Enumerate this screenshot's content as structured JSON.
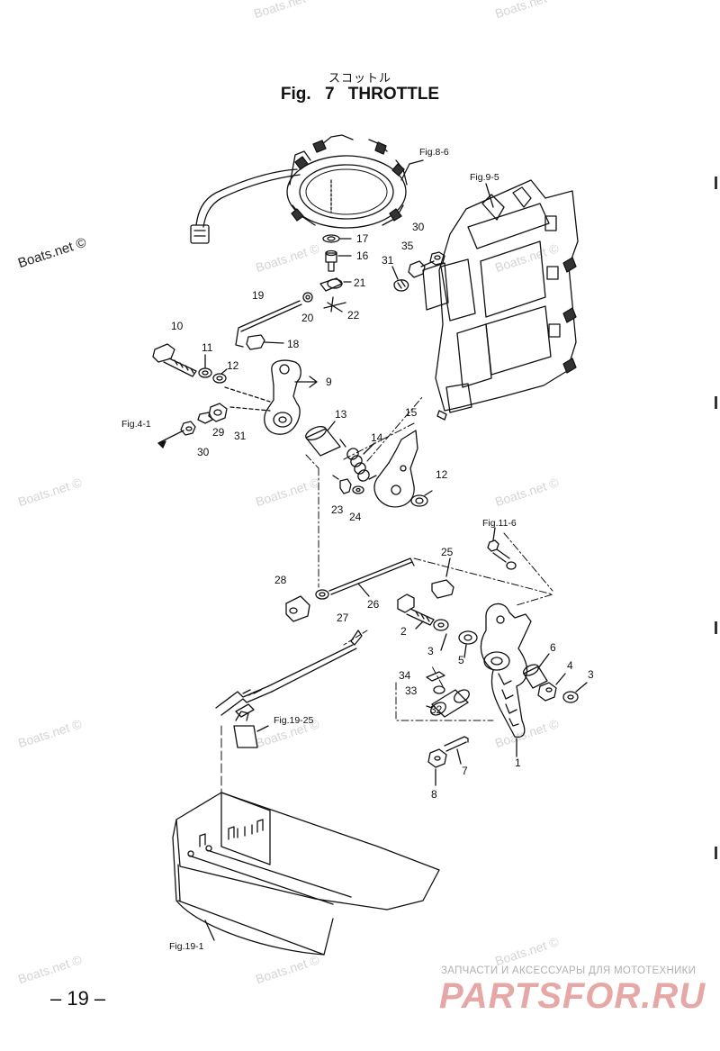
{
  "header": {
    "title_jp": "スコットル",
    "title": "Fig. 7    THROTTLE"
  },
  "watermarks": [
    "Boats.net ©"
  ],
  "parts": [
    {
      "id": "p1",
      "text": "1"
    },
    {
      "id": "p2",
      "text": "2"
    },
    {
      "id": "p3a",
      "text": "3"
    },
    {
      "id": "p3b",
      "text": "3"
    },
    {
      "id": "p4",
      "text": "4"
    },
    {
      "id": "p5",
      "text": "5"
    },
    {
      "id": "p6",
      "text": "6"
    },
    {
      "id": "p7",
      "text": "7"
    },
    {
      "id": "p8",
      "text": "8"
    },
    {
      "id": "p9",
      "text": "9"
    },
    {
      "id": "p10",
      "text": "10"
    },
    {
      "id": "p11",
      "text": "11"
    },
    {
      "id": "p12a",
      "text": "12"
    },
    {
      "id": "p12b",
      "text": "12"
    },
    {
      "id": "p13",
      "text": "13"
    },
    {
      "id": "p14",
      "text": "14"
    },
    {
      "id": "p15",
      "text": "15"
    },
    {
      "id": "p16",
      "text": "16"
    },
    {
      "id": "p17",
      "text": "17"
    },
    {
      "id": "p18",
      "text": "18"
    },
    {
      "id": "p19",
      "text": "19"
    },
    {
      "id": "p20",
      "text": "20"
    },
    {
      "id": "p21",
      "text": "21"
    },
    {
      "id": "p22",
      "text": "22"
    },
    {
      "id": "p23",
      "text": "23"
    },
    {
      "id": "p24",
      "text": "24"
    },
    {
      "id": "p25",
      "text": "25"
    },
    {
      "id": "p26",
      "text": "26"
    },
    {
      "id": "p27",
      "text": "27"
    },
    {
      "id": "p28",
      "text": "28"
    },
    {
      "id": "p29",
      "text": "29"
    },
    {
      "id": "p30a",
      "text": "30"
    },
    {
      "id": "p30b",
      "text": "30"
    },
    {
      "id": "p31a",
      "text": "31"
    },
    {
      "id": "p31b",
      "text": "31"
    },
    {
      "id": "p32",
      "text": "32"
    },
    {
      "id": "p33",
      "text": "33"
    },
    {
      "id": "p34",
      "text": "34"
    },
    {
      "id": "p35",
      "text": "35"
    }
  ],
  "refs": [
    {
      "id": "r86",
      "text": "Fig.8-6"
    },
    {
      "id": "r95",
      "text": "Fig.9-5"
    },
    {
      "id": "r41",
      "text": "Fig.4-1"
    },
    {
      "id": "r116",
      "text": "Fig.11-6"
    },
    {
      "id": "r1925",
      "text": "Fig.19-25"
    },
    {
      "id": "r191",
      "text": "Fig.19-1"
    }
  ],
  "footer": {
    "page_number": "– 19 –",
    "brand_sub": "ЗАПЧАСТИ И АКСЕССУАРЫ ДЛЯ МОТОТЕХНИКИ",
    "brand_main": "PARTSFOR.RU"
  }
}
